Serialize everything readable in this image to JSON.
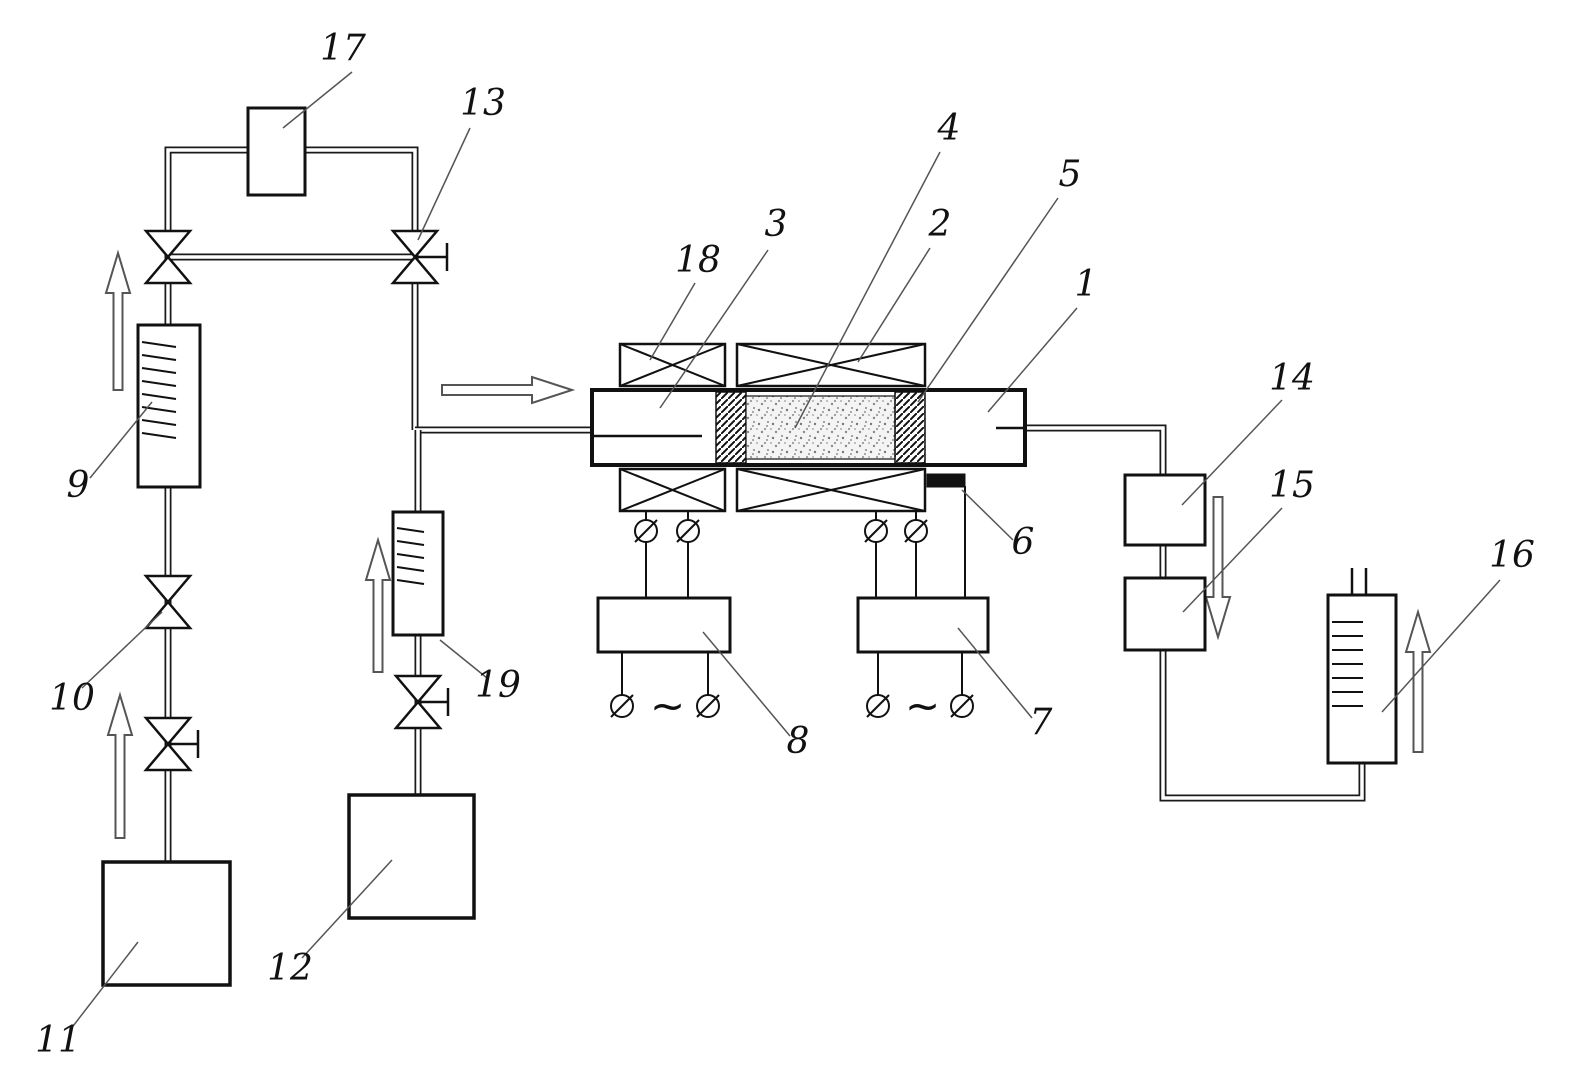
{
  "diagram": {
    "background": "#ffffff",
    "line_color": "#1a1a1a",
    "labels": {
      "l1": "1",
      "l2": "2",
      "l3": "3",
      "l4": "4",
      "l5": "5",
      "l6": "6",
      "l7": "7",
      "l8": "8",
      "l9": "9",
      "l10": "10",
      "l11": "11",
      "l12": "12",
      "l13": "13",
      "l14": "14",
      "l15": "15",
      "l16": "16",
      "l17": "17",
      "l18": "18",
      "l19": "19"
    },
    "symbols": {
      "ac_left": "~",
      "ac_right": "~"
    }
  }
}
